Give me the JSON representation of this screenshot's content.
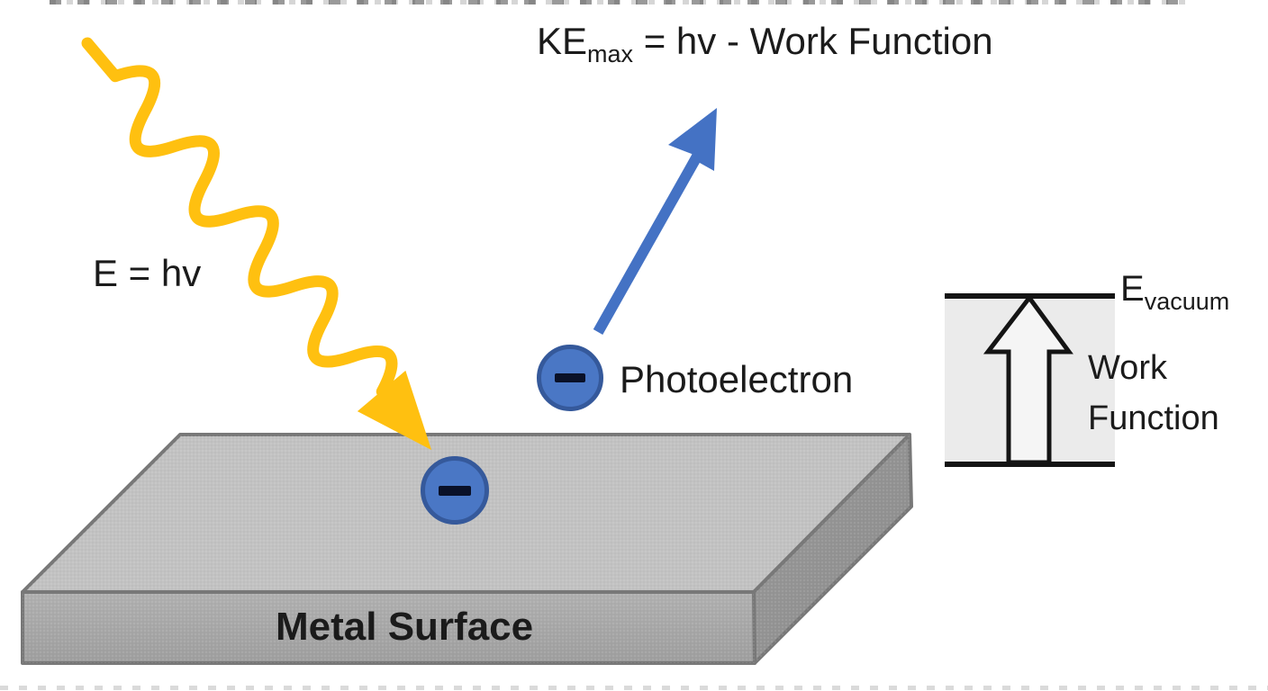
{
  "equation_top": {
    "term": "KE",
    "subscript": "max",
    "rhs": " = hv - Work Function"
  },
  "photon": {
    "label": "E = hv",
    "color": "#ffc010"
  },
  "photoelectron": {
    "label": "Photoelectron",
    "charge_symbol": "-"
  },
  "surface_electron": {
    "charge_symbol": "-"
  },
  "metal": {
    "label": "Metal Surface"
  },
  "energy_levels": {
    "vacuum_term": "E",
    "vacuum_subscript": "vacuum",
    "work_function_line1": "Work",
    "work_function_line2": "Function"
  },
  "colors": {
    "photon_gold": "#ffc010",
    "electron_fill": "#4a77c5",
    "electron_border": "#35599b",
    "arrow_blue": "#4472c4",
    "metal_top": "#c2c2c2",
    "metal_front": "#a9a9a9",
    "metal_side": "#939393",
    "level_box_fill": "#ebebeb",
    "outline_black": "#141414",
    "text": "#1b1b1b"
  }
}
